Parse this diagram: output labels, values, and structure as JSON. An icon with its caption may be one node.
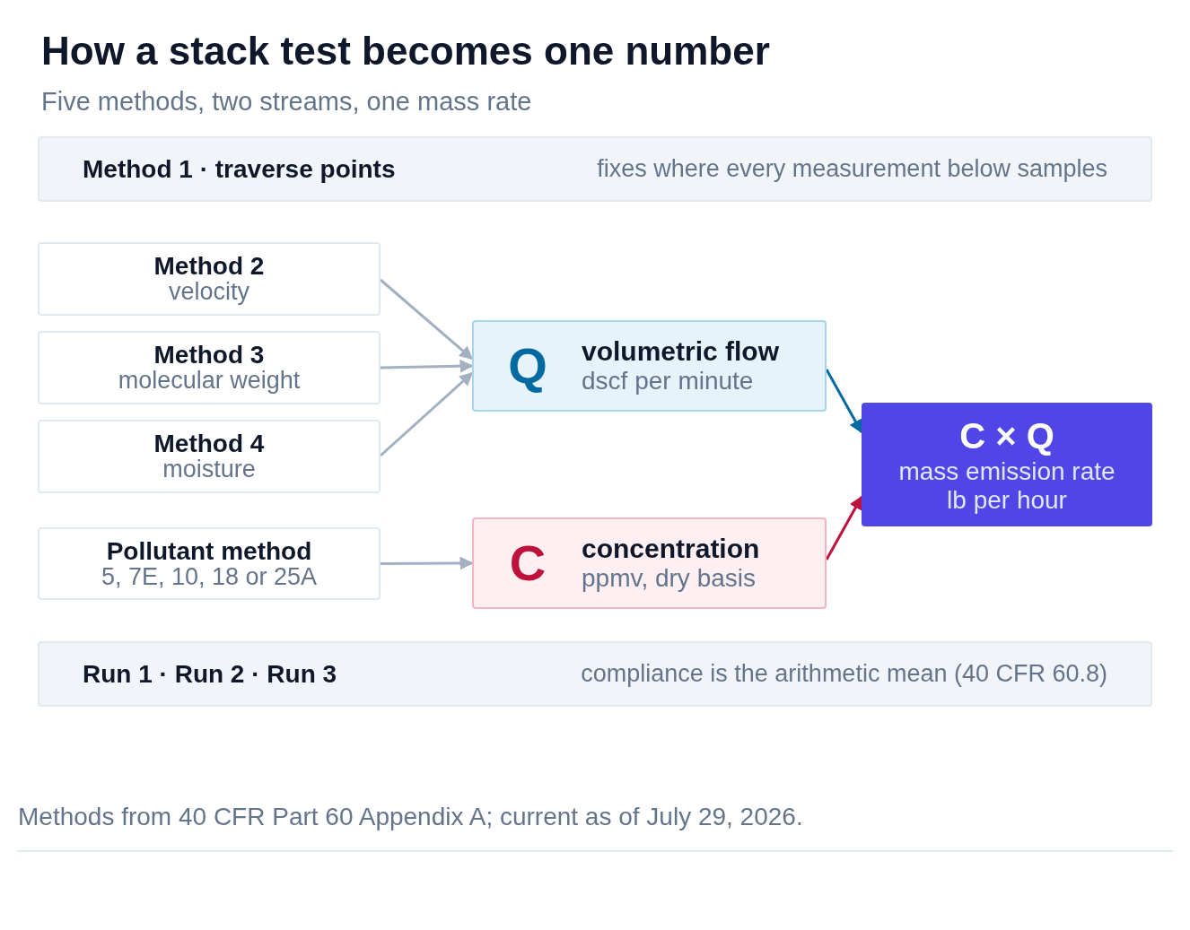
{
  "diagram": {
    "title": "How a stack test becomes one number",
    "caption": "Methods from 40 CFR Part 60 Appendix A; current as of July 29, 2026.",
    "labels": [
      "Five methods, two streams, one mass rate"
    ],
    "nodes": [
      {
        "text": [
          "Method 1 · traverse points",
          "fixes where every measurement below samples"
        ]
      },
      {
        "text": [
          "Method 2",
          "velocity"
        ]
      },
      {
        "text": [
          "Method 3",
          "molecular weight"
        ]
      },
      {
        "text": [
          "Method 4",
          "moisture"
        ]
      },
      {
        "text": [
          "Pollutant method",
          "5, 7E, 10, 18 or 25A"
        ]
      },
      {
        "text": [
          "Q",
          "volumetric flow",
          "dscf per minute"
        ]
      },
      {
        "text": [
          "C",
          "concentration",
          "ppmv, dry basis"
        ]
      },
      {
        "text": [
          "C × Q",
          "mass emission rate lb per hour"
        ]
      },
      {
        "text": [
          "Run 1 · Run 2 · Run 3",
          "compliance is the arithmetic mean (40 CFR 60.8)"
        ]
      }
    ],
    "edges": [
      {
        "from": 1,
        "to": 5,
        "arrow": "to"
      },
      {
        "from": 2,
        "to": 5,
        "arrow": "to"
      },
      {
        "from": 3,
        "to": 5,
        "arrow": "to"
      },
      {
        "from": 4,
        "to": 6,
        "arrow": "to"
      },
      {
        "from": 5,
        "to": 7,
        "arrow": "to",
        "color": "#0369a1"
      },
      {
        "from": 6,
        "to": 7,
        "arrow": "to",
        "color": "#be123c"
      }
    ]
  }
}
